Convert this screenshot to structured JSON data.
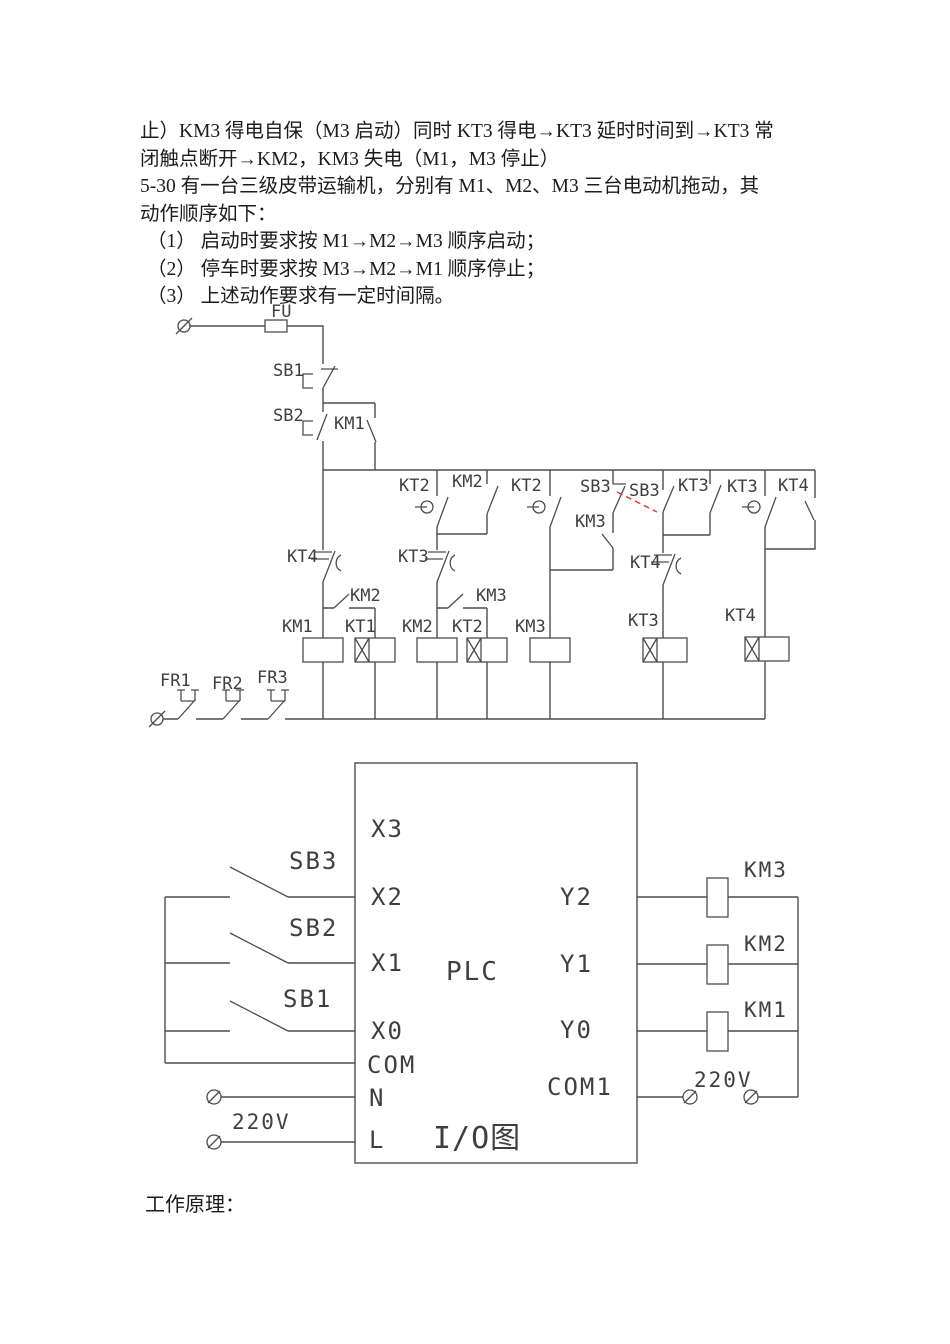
{
  "page": {
    "lines": [
      "止）KM3 得电自保（M3 启动）同时 KT3 得电→KT3 延时时间到→KT3 常",
      "闭触点断开→KM2，KM3 失电（M1，M3 停止）",
      "5-30 有一台三级皮带运输机，分别有 M1、M2、M3 三台电动机拖动，其",
      "动作顺序如下：",
      "（1） 启动时要求按 M1→M2→M3 顺序启动；",
      "（2） 停车时要求按 M3→M2→M1 顺序停止；",
      "（3） 上述动作要求有一定时间隔。"
    ],
    "footer": "工作原理："
  },
  "relay": {
    "top": {
      "fu": "FU",
      "sb1": "SB1",
      "sb2": "SB2",
      "km1": "KM1"
    },
    "row1": {
      "kt2_a": "KT2",
      "km2": "KM2",
      "kt2_b": "KT2",
      "sb3_a": "SB3",
      "sb3_b": "SB3",
      "kt3_a": "KT3",
      "kt3_b": "KT3",
      "kt4": "KT4"
    },
    "mid": {
      "kt4_left": "KT4",
      "kt3": "KT3",
      "km2_no": "KM2",
      "km3_no": "KM3",
      "km3_hold": "KM3",
      "kt4_right": "KT4"
    },
    "coils": {
      "km1": "KM1",
      "kt1": "KT1",
      "km2": "KM2",
      "kt2": "KT2",
      "km3": "KM3",
      "kt3": "KT3",
      "kt4": "KT4"
    },
    "fr": [
      "FR1",
      "FR2",
      "FR3"
    ]
  },
  "plc": {
    "title": "PLC",
    "caption": "I/O图",
    "inputs": [
      "X3",
      "X2",
      "X1",
      "X0"
    ],
    "com": "COM",
    "n_terminal": "N",
    "l_terminal": "L",
    "outputs": [
      "Y2",
      "Y1",
      "Y0"
    ],
    "com1": "COM1",
    "switches": [
      "SB3",
      "SB2",
      "SB1"
    ],
    "contactors": [
      "KM3",
      "KM2",
      "KM1"
    ],
    "voltage_left": "220V",
    "voltage_right": "220V"
  },
  "colors": {
    "line": "#4d4d4d",
    "label": "#3f3f3f",
    "text": "#1c1c1c",
    "red_link": "#e03131"
  }
}
